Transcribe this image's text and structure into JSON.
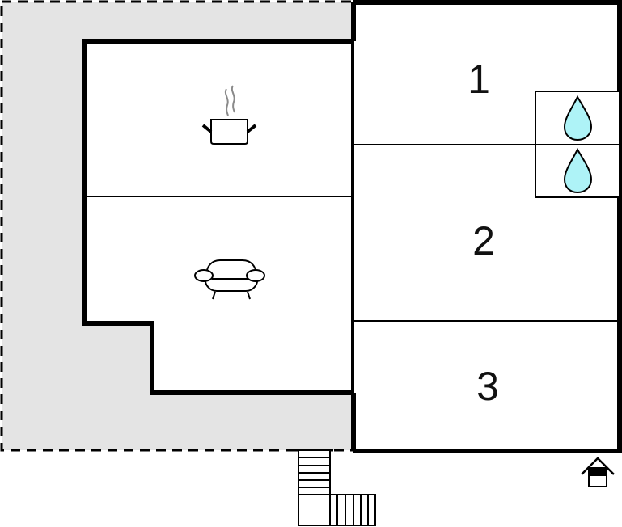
{
  "floorplan": {
    "colors": {
      "terrace_fill": "#e4e4e4",
      "wall": "#000000",
      "water_drop": "#aef3f7",
      "steam": "#8a8a8a",
      "background": "#ffffff"
    },
    "rooms": [
      {
        "id": "kitchen",
        "icon": "cooking-pot-icon"
      },
      {
        "id": "living-room",
        "icon": "armchair-icon"
      },
      {
        "id": "bedroom-1",
        "label": "1"
      },
      {
        "id": "bedroom-2",
        "label": "2"
      },
      {
        "id": "bedroom-3",
        "label": "3"
      },
      {
        "id": "bathroom-1",
        "icon": "water-drop-icon"
      },
      {
        "id": "bathroom-2",
        "icon": "water-drop-icon"
      }
    ],
    "outdoor": [
      {
        "id": "terrace",
        "style": "dashed-outline-gray-fill"
      },
      {
        "id": "stairs",
        "icon": "stairs-icon"
      },
      {
        "id": "entrance",
        "icon": "entrance-house-icon"
      }
    ]
  }
}
